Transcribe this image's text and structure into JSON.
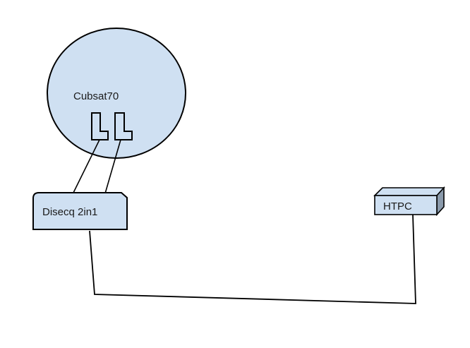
{
  "diagram": {
    "nodes": [
      {
        "id": "dish",
        "type": "ellipse",
        "label": "Cubsat70",
        "fill": "#cfe0f2",
        "children": [
          "lnb-1",
          "lnb-2"
        ]
      },
      {
        "id": "lnb-1",
        "type": "lnb-shape",
        "label": ""
      },
      {
        "id": "lnb-2",
        "type": "lnb-shape",
        "label": ""
      },
      {
        "id": "diseqc",
        "type": "snipped-rectangle",
        "label": "Disecq 2in1",
        "fill": "#cfe0f2"
      },
      {
        "id": "htpc",
        "type": "3d-box",
        "label": "HTPC",
        "fill": "#cfe0f2"
      }
    ],
    "edges": [
      {
        "from": "lnb-1",
        "to": "diseqc"
      },
      {
        "from": "lnb-2",
        "to": "diseqc"
      },
      {
        "from": "diseqc",
        "to": "htpc"
      }
    ],
    "colors": {
      "shape_fill": "#cfe0f2",
      "box_side": "#b9c9da",
      "box_side_dark": "#8a9aab",
      "stroke": "#000000"
    }
  }
}
